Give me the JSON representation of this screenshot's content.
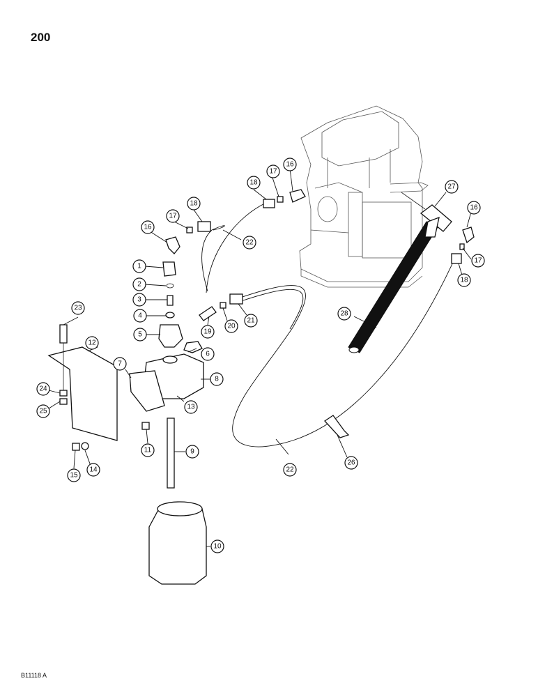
{
  "page_number": "200",
  "figure_code": "B11118 A",
  "callouts": [
    "1",
    "2",
    "3",
    "4",
    "5",
    "6",
    "7",
    "8",
    "9",
    "10",
    "11",
    "12",
    "13",
    "14",
    "15",
    "16",
    "16",
    "16",
    "17",
    "17",
    "17",
    "18",
    "18",
    "18",
    "19",
    "20",
    "21",
    "22",
    "22",
    "23",
    "24",
    "25",
    "26",
    "27",
    "28"
  ]
}
